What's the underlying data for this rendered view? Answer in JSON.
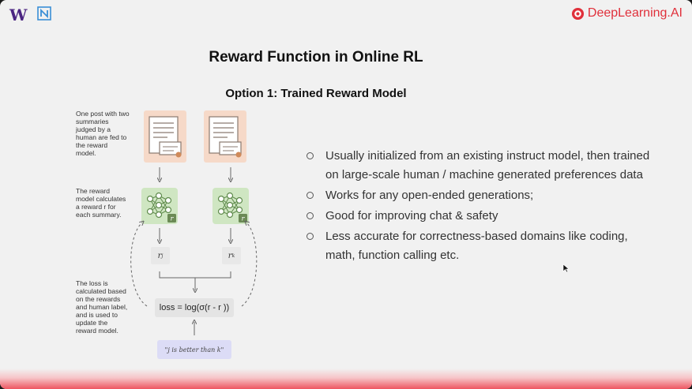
{
  "topbar": {
    "left_logo_letter": "W",
    "brand_name": "DeepLearning.AI",
    "brand_color": "#e0303b",
    "logo_color": "#4b2582"
  },
  "slide": {
    "title": "Reward Function in Online RL",
    "subtitle": "Option 1: Trained Reward Model",
    "notes": [
      "One post with two summaries judged by a human are fed to the reward model.",
      "The reward model calculates a reward r for each summary.",
      "The loss is calculated based on the rewards and human label, and is used to update the reward model."
    ],
    "reward_labels": [
      "r",
      "r"
    ],
    "reward_subscripts": [
      "j",
      "k"
    ],
    "loss_formula": "loss = log(σ(r  - r ))",
    "human_label": "\"j is better than k\"",
    "bullets": [
      "Usually initialized from an existing instruct model, then trained on large-scale human / machine generated preferences data",
      "Works for any open-ended generations;",
      "Good for improving chat & safety",
      "Less accurate for correctness-based domains like coding, math, function calling etc."
    ]
  },
  "icons": {
    "document": "document-icon",
    "neural_net": "neural-network-icon",
    "cursor": "mouse-cursor-icon"
  },
  "colors": {
    "doc_card": "#f6d9c8",
    "nn_card": "#cfe6c2",
    "label_box": "#dcdcf6",
    "bottom_gradient": "#ee5560"
  }
}
